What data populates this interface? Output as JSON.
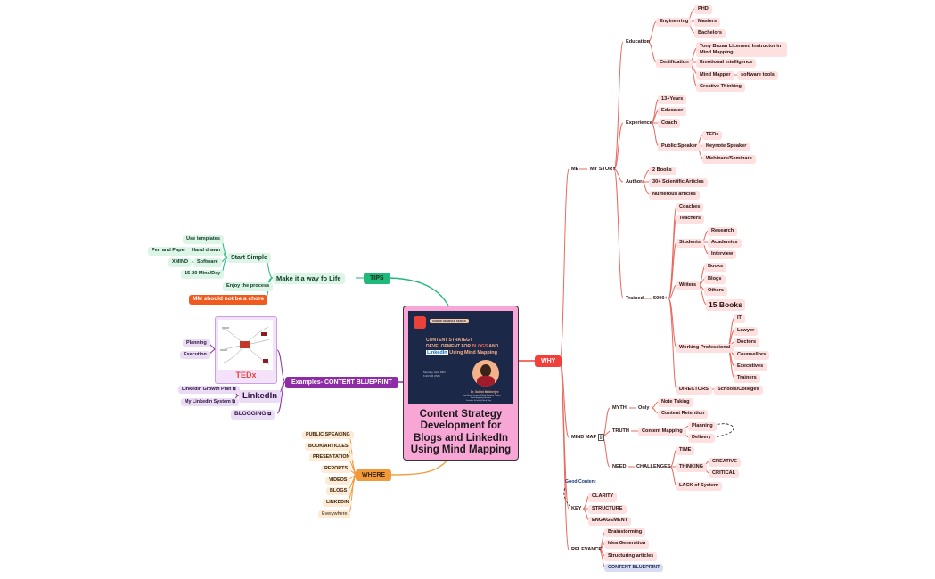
{
  "center_topic": "Content Strategy Development for Blogs and LinkedIn Using Mind Mapping",
  "poster": {
    "badge": "SUBBIE SEMINAR SERIES",
    "title_1": "CONTENT STRATEGY",
    "title_2": "DEVELOPMENT FOR",
    "title_blogs": "BLOGS",
    "title_and": "AND",
    "title_linkedin": "LinkedIn",
    "title_rest": "Using Mind Mapping",
    "date": "Monday, April 29th",
    "time": "6.30 PM (IST)",
    "speaker": "Dr. Sohini Mukherjee",
    "speaker_line_1": "Tony Buzan Licensed Mind Mapping Trainer",
    "speaker_line_2": "Mind Mapping Educator",
    "speaker_line_3": "Founder Scholarly Mind Map"
  },
  "why": {
    "label": "WHY",
    "me": "ME",
    "my_story": "MY STORY",
    "education": "Education",
    "engineering": "Engineering",
    "phd": "PHD",
    "masters": "Masters",
    "bachelors": "Bachelors",
    "certification": "Certification",
    "tony_buzan": "Tony Buzan Licensed Instructor in Mind Mapping",
    "emotional_intelligence": "Emotional Intelligence",
    "mind_mapper": "Mind Mapper",
    "software_tools": "software tools",
    "creative_thinking": "Creative Thinking",
    "experience": "Experience",
    "years": "13+Years",
    "educator": "Educator",
    "coach": "Coach",
    "public_speaker": "Public Speaker",
    "teds": "TEDs",
    "keynote_speaker": "Keynote Speaker",
    "webinars": "Webinars/Seminars",
    "author": "Author",
    "two_books": "2 Books",
    "scientific_articles": "30+ Scientific Articles",
    "numerous_articles": "Numerous articles",
    "trained": "Trained",
    "five_thousand": "5000+",
    "coaches": "Coaches",
    "teachers": "Teachers",
    "students": "Students",
    "research": "Research",
    "academics": "Academics",
    "interview": "Interview",
    "writers": "Writers",
    "books": "Books",
    "blogs": "Blogs",
    "others": "Others",
    "fifteen_books": "15 Books",
    "working_professional": "Working Professional",
    "it": "IT",
    "lawyer": "Lawyer",
    "doctors": "Doctors",
    "counsellors": "Counsellors",
    "executives": "Executives",
    "trainers": "Trainers",
    "directors": "DIRECTORS",
    "schools": "Schools/Colleges",
    "mind_map": "MIND MAP",
    "myth": "MYTH",
    "only": "Only",
    "note_taking": "Note Taking",
    "content_retention": "Content Retention",
    "truth": "TRUTH",
    "content_mapping": "Content Mapping",
    "planning": "Planning",
    "delivery": "Delivery",
    "need": "NEED",
    "challenges": "CHALLENGES",
    "time": "TIME",
    "thinking": "THINKING",
    "creative": "CREATIVE",
    "critical": "CRITICAL",
    "lack_of_system": "LACK of System",
    "good_content": "Good Content",
    "key": "KEY",
    "clarity": "CLARITY",
    "structure": "STRUCTURE",
    "engagement": "ENGAGEMENT",
    "relevance": "RELEVANCE",
    "brainstorming": "Brainstorming",
    "idea_generation": "Idea Generation",
    "structuring_articles": "Structuring articles",
    "content_blueprint": "CONTENT BLUEPRINT"
  },
  "tips": {
    "label": "TIPS",
    "make_it": "Make it a way fo Life",
    "start_simple": "Start Simple",
    "use_templates": "Use templates",
    "hand_drawn": "Hand drawn",
    "pen_paper": "Pen and Paper",
    "software": "Software",
    "xmind": "XMIND",
    "mins_day": "15-20 Mins/Day",
    "enjoy": "Enjoy the process",
    "mm_chore": "MM should not be a chore"
  },
  "examples": {
    "label": "Examples- CONTENT BLUEPRINT",
    "tedx": "TEDx",
    "planning": "Planning",
    "execution": "Execution",
    "linkedin": "LinkedIn",
    "linkedin_growth": "LinkedIn Growth Plan",
    "my_linkedin": "My LinkedIn System",
    "blogging": "BLOGGING"
  },
  "where": {
    "label": "WHERE",
    "items": [
      "PUBLIC SPEAKING",
      "BOOK/ARTICLES",
      "PRESENTATION",
      "REPORTS",
      "VIDEOS",
      "BLOGS",
      "LINKEDIN",
      "Everywhere"
    ]
  },
  "colors": {
    "why": "#f0403c",
    "tips": "#1fb97a",
    "examples": "#8e2ca6",
    "where": "#f19a3c"
  }
}
